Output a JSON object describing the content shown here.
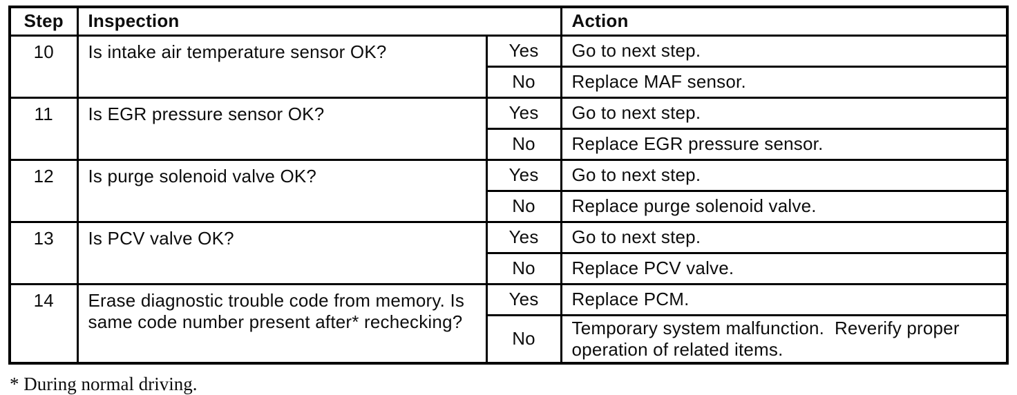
{
  "page": {
    "background": "#ffffff",
    "text_color": "#0d0d0d",
    "border_color": "#000000"
  },
  "table": {
    "headers": {
      "step": "Step",
      "inspection": "Inspection",
      "action": "Action"
    },
    "rows": [
      {
        "step": "10",
        "inspection": "Is intake air temperature sensor OK?",
        "branches": [
          {
            "answer": "Yes",
            "action": "Go to next step."
          },
          {
            "answer": "No",
            "action": "Replace MAF sensor."
          }
        ]
      },
      {
        "step": "11",
        "inspection": "Is EGR pressure sensor OK?",
        "branches": [
          {
            "answer": "Yes",
            "action": "Go to next step."
          },
          {
            "answer": "No",
            "action": "Replace EGR pressure sensor."
          }
        ]
      },
      {
        "step": "12",
        "inspection": "Is purge solenoid valve OK?",
        "branches": [
          {
            "answer": "Yes",
            "action": "Go to next step."
          },
          {
            "answer": "No",
            "action": "Replace purge solenoid valve."
          }
        ]
      },
      {
        "step": "13",
        "inspection": "Is PCV valve OK?",
        "branches": [
          {
            "answer": "Yes",
            "action": "Go to next step."
          },
          {
            "answer": "No",
            "action": "Replace PCV valve."
          }
        ]
      },
      {
        "step": "14",
        "inspection": "Erase diagnostic trouble code from memory. Is same code number present after* rechecking?",
        "branches": [
          {
            "answer": "Yes",
            "action": "Replace PCM."
          },
          {
            "answer": "No",
            "action": "Temporary system malfunction.  Reverify proper operation of related items."
          }
        ]
      }
    ]
  },
  "footnote": "* During normal driving."
}
